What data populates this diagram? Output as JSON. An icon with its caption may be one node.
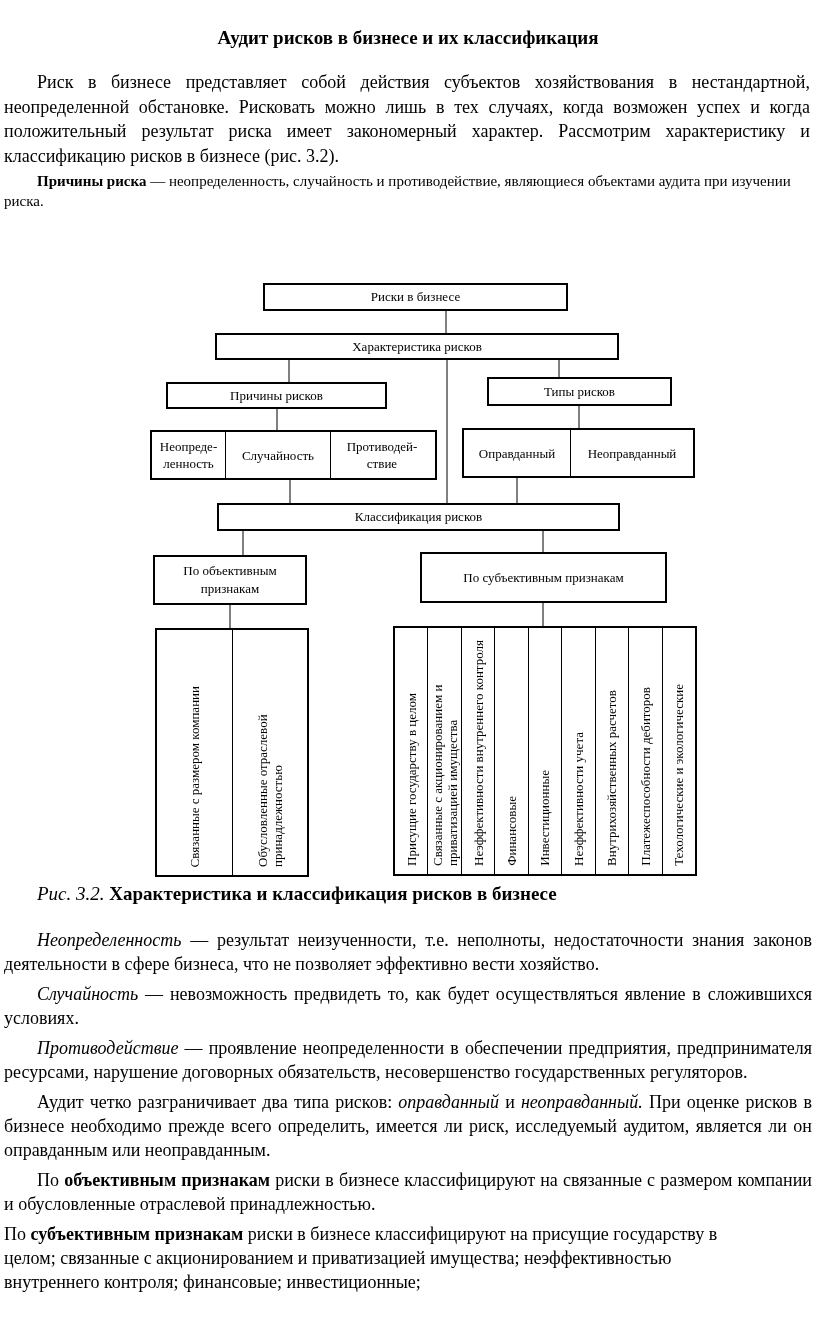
{
  "diagram": {
    "title": "Аудит рисков в бизнесе и их классификация",
    "caption": "*Рис. 3.2.* **Характеристика и классификация рисков в бизнесе**",
    "nodes": [
      {
        "text": [
          "Риски в бизнесе"
        ]
      },
      {
        "text": [
          "Характеристика рисков"
        ]
      },
      {
        "text": [
          "Причины рисков"
        ]
      },
      {
        "text": [
          "Типы рисков"
        ]
      },
      {
        "text": [],
        "shape": "box"
      },
      {
        "text": [
          "Неопреде-ленность"
        ],
        "in": 4
      },
      {
        "text": [
          "Случайность"
        ],
        "in": 4
      },
      {
        "text": [
          "Противодей-ствие"
        ],
        "in": 4
      },
      {
        "text": [],
        "shape": "box"
      },
      {
        "text": [
          "Оправданный"
        ],
        "in": 8
      },
      {
        "text": [
          "Неоправданный"
        ],
        "in": 8
      },
      {
        "text": [
          "Классификация рисков"
        ]
      },
      {
        "text": [
          "По объективным признакам"
        ]
      },
      {
        "text": [
          "По субъективным признакам"
        ]
      },
      {
        "text": [],
        "shape": "box"
      },
      {
        "text": [
          "Связанные с размером компании"
        ],
        "in": 14
      },
      {
        "text": [
          "Обусловленные отраслевой принадлежностью"
        ],
        "in": 14
      },
      {
        "text": [],
        "shape": "box"
      },
      {
        "text": [
          "Присущие государству в целом"
        ],
        "in": 17
      },
      {
        "text": [
          "Связанные с акционированием и приватизацией имущества"
        ],
        "in": 17
      },
      {
        "text": [
          "Неэффективности внутреннего контроля"
        ],
        "in": 17
      },
      {
        "text": [
          "Финансовые"
        ],
        "in": 17
      },
      {
        "text": [
          "Инвестиционные"
        ],
        "in": 17
      },
      {
        "text": [
          "Неэффективности учета"
        ],
        "in": 17
      },
      {
        "text": [
          "Внутрихозяйственных расчетов"
        ],
        "in": 17
      },
      {
        "text": [
          "Платежеспособности дебиторов"
        ],
        "in": 17
      },
      {
        "text": [
          "Техологические и экологические"
        ],
        "in": 17
      }
    ],
    "edges": [
      {
        "from": 0,
        "to": 1,
        "arrow": "none"
      },
      {
        "from": 1,
        "to": 2,
        "arrow": "none"
      },
      {
        "from": 1,
        "to": 3,
        "arrow": "none"
      },
      {
        "from": 1,
        "to": 11,
        "arrow": "none"
      },
      {
        "from": 2,
        "to": 4,
        "arrow": "none"
      },
      {
        "from": 3,
        "to": 8,
        "arrow": "none"
      },
      {
        "from": 4,
        "to": 11,
        "arrow": "none"
      },
      {
        "from": 8,
        "to": 11,
        "arrow": "none"
      },
      {
        "from": 11,
        "to": 12,
        "arrow": "none"
      },
      {
        "from": 11,
        "to": 13,
        "arrow": "none"
      },
      {
        "from": 12,
        "to": 14,
        "arrow": "none"
      },
      {
        "from": 13,
        "to": 17,
        "arrow": "none"
      }
    ],
    "labels": [
      "Риск в бизнесе представляет собой действия субъектов хозяйствования в нестандартной, неопределенной обстановке. Рисковать можно лишь в тех случаях, когда возможен успех и когда положительный результат риска имеет закономерный характер. Рассмотрим характеристику и классификацию рисков в бизнесе (рис. 3.2).",
      "**Причины риска** — неопределенность, случайность и противодействие, являющиеся объектами аудита при изучении риска.",
      "*Неопределенность* — результат неизученности, т.е. неполноты, недостаточности знания законов деятельности в сфере бизнеса, что не позволяет эффективно вести хозяйство.",
      "*Случайность* — невозможность предвидеть то, как будет осуществляться явление в сложившихся условиях.",
      "*Противодействие* — проявление неопределенности в обеспечении предприятия, предпринимателя ресурсами, нарушение договорных обязательств, несовершенство государственных регуляторов.",
      "Аудит четко разграничивает два типа рисков: *оправданный* и *неоправданный.* При оценке рисков в бизнесе необходимо прежде всего определить, имеется ли риск, исследуемый аудитом, является ли он оправданным или неоправданным.",
      "По **объективным признакам** риски в бизнесе классифицируют на связанные с размером компании и обусловленные отраслевой принадлежностью.",
      "По **субъективным признакам** риски в бизнесе классифицируют на присущие государству в целом; связанные с акционированием и приватизацией имущества; неэффективностью внутреннего контроля; финансовые; инвестиционные;"
    ]
  }
}
